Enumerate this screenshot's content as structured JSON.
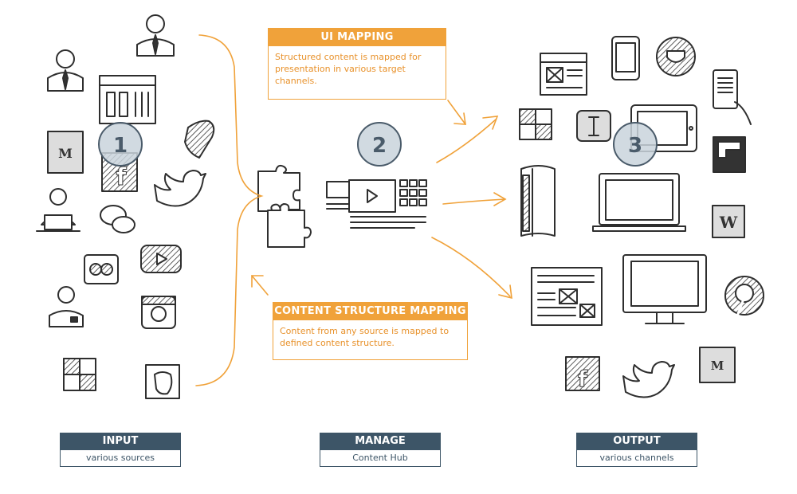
{
  "callouts": {
    "ui_mapping": {
      "title": "UI MAPPING",
      "body": "Structured content is mapped for presentation in various target channels."
    },
    "content_mapping": {
      "title": "CONTENT STRUCTURE MAPPING",
      "body": "Content from any source is mapped to defined content structure."
    }
  },
  "steps": [
    "1",
    "2",
    "3"
  ],
  "stages": [
    {
      "title": "INPUT",
      "subtitle": "various sources"
    },
    {
      "title": "MANAGE",
      "subtitle": "Content Hub"
    },
    {
      "title": "OUTPUT",
      "subtitle": "various channels"
    }
  ],
  "icons": {
    "input": [
      "person-icon",
      "person-icon",
      "browser-window-icon",
      "m-social-icon",
      "facebook-icon",
      "typo3-icon",
      "twitter-icon",
      "person-laptop-icon",
      "chat-bubbles-icon",
      "flickr-icon",
      "youtube-icon",
      "person-icon",
      "instagram-icon",
      "foursquare-icon",
      "evernote-icon"
    ],
    "manage": [
      "puzzle-icon",
      "content-hub-icon"
    ],
    "output": [
      "website-icon",
      "smartphone-icon",
      "pocket-icon",
      "foursquare-icon",
      "text-edit-icon",
      "tablet-icon",
      "ereader-icon",
      "book-icon",
      "laptop-icon",
      "flipboard-icon",
      "wordpress-icon",
      "newspaper-icon",
      "monitor-icon",
      "pinterest-icon",
      "facebook-icon",
      "twitter-icon",
      "m-social-icon"
    ]
  },
  "colors": {
    "accent": "#f0a23a",
    "stage": "#3d5567",
    "step_circle": "#c9d3dc"
  }
}
